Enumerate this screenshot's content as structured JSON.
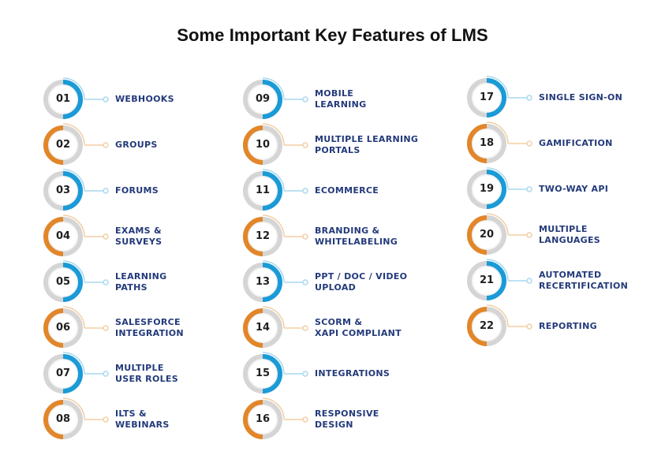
{
  "title": "Some Important Key Features of LMS",
  "colors": {
    "blue": "#1a9bd7",
    "orange": "#e2862a",
    "grey": "#d5d5d5",
    "label": "#233a7a",
    "number": "#1f1f1f"
  },
  "features": [
    {
      "num": "01",
      "label": "WEBHOOKS",
      "color": "blue"
    },
    {
      "num": "02",
      "label": "GROUPS",
      "color": "orange"
    },
    {
      "num": "03",
      "label": "FORUMS",
      "color": "blue"
    },
    {
      "num": "04",
      "label": "EXAMS &\nSURVEYS",
      "color": "orange"
    },
    {
      "num": "05",
      "label": "LEARNING\nPATHS",
      "color": "blue"
    },
    {
      "num": "06",
      "label": "SALESFORCE\nINTEGRATION",
      "color": "orange"
    },
    {
      "num": "07",
      "label": "MULTIPLE\nUSER ROLES",
      "color": "blue"
    },
    {
      "num": "08",
      "label": "ILTS &\nWEBINARS",
      "color": "orange"
    },
    {
      "num": "09",
      "label": "MOBILE\nLEARNING",
      "color": "blue"
    },
    {
      "num": "10",
      "label": "MULTIPLE LEARNING\nPORTALS",
      "color": "orange"
    },
    {
      "num": "11",
      "label": "ECOMMERCE",
      "color": "blue"
    },
    {
      "num": "12",
      "label": "BRANDING &\nWHITELABELING",
      "color": "orange"
    },
    {
      "num": "13",
      "label": "PPT / DOC / VIDEO\nUPLOAD",
      "color": "blue"
    },
    {
      "num": "14",
      "label": "SCORM &\nXAPI COMPLIANT",
      "color": "orange"
    },
    {
      "num": "15",
      "label": "INTEGRATIONS",
      "color": "blue"
    },
    {
      "num": "16",
      "label": "RESPONSIVE\nDESIGN",
      "color": "orange"
    },
    {
      "num": "17",
      "label": "SINGLE SIGN-ON",
      "color": "blue"
    },
    {
      "num": "18",
      "label": "GAMIFICATION",
      "color": "orange"
    },
    {
      "num": "19",
      "label": "TWO-WAY API",
      "color": "blue"
    },
    {
      "num": "20",
      "label": "MULTIPLE\nLANGUAGES",
      "color": "orange"
    },
    {
      "num": "21",
      "label": "AUTOMATED\nRECERTIFICATION",
      "color": "blue"
    },
    {
      "num": "22",
      "label": "REPORTING",
      "color": "orange"
    }
  ]
}
